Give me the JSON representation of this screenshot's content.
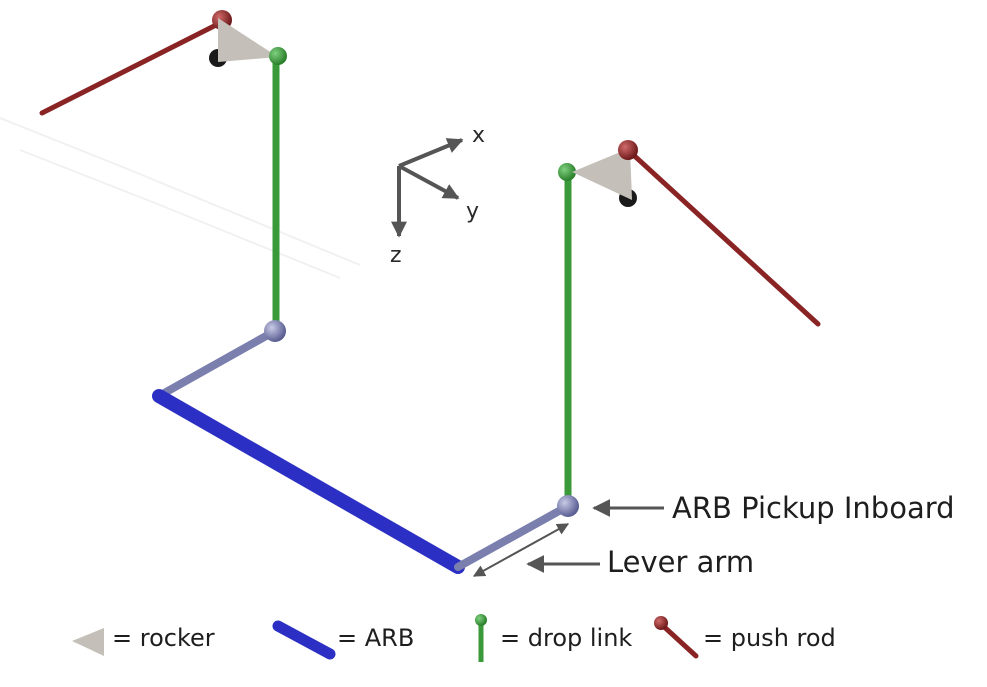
{
  "axes": {
    "x": "x",
    "y": "y",
    "z": "z"
  },
  "callouts": {
    "arb_pickup": "ARB Pickup Inboard",
    "lever_arm": "Lever arm"
  },
  "legend": {
    "rocker": "= rocker",
    "arb": "= ARB",
    "drop_link": "= drop link",
    "push_rod": "= push rod"
  },
  "colors": {
    "rocker": "#c4bfb8",
    "arb": "#2b2fc4",
    "arb_lever": "#7a7fae",
    "joint": "#6e72a6",
    "drop_link": "#3a9a3a",
    "push_rod": "#8a2424",
    "pivot": "#1a1a1a",
    "arrow": "#555555"
  }
}
